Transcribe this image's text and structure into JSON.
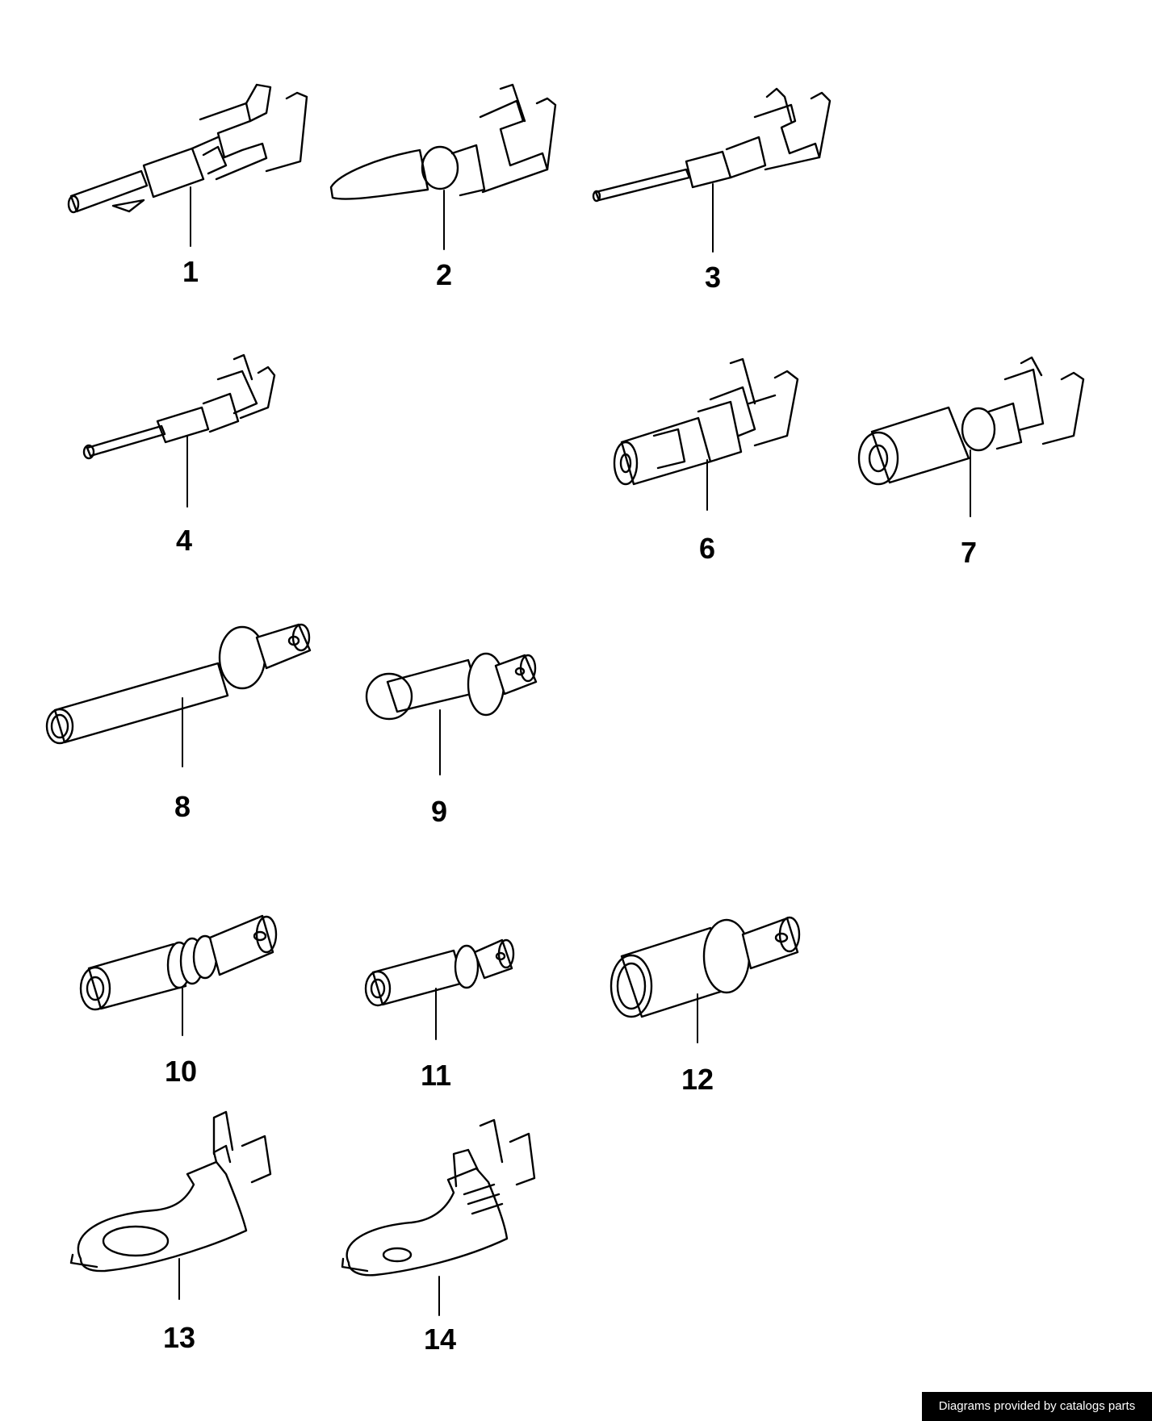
{
  "callouts": [
    "1",
    "2",
    "3",
    "4",
    "6",
    "7",
    "8",
    "9",
    "10",
    "11",
    "12",
    "13",
    "14"
  ],
  "credit": "Diagrams provided by catalogs parts"
}
